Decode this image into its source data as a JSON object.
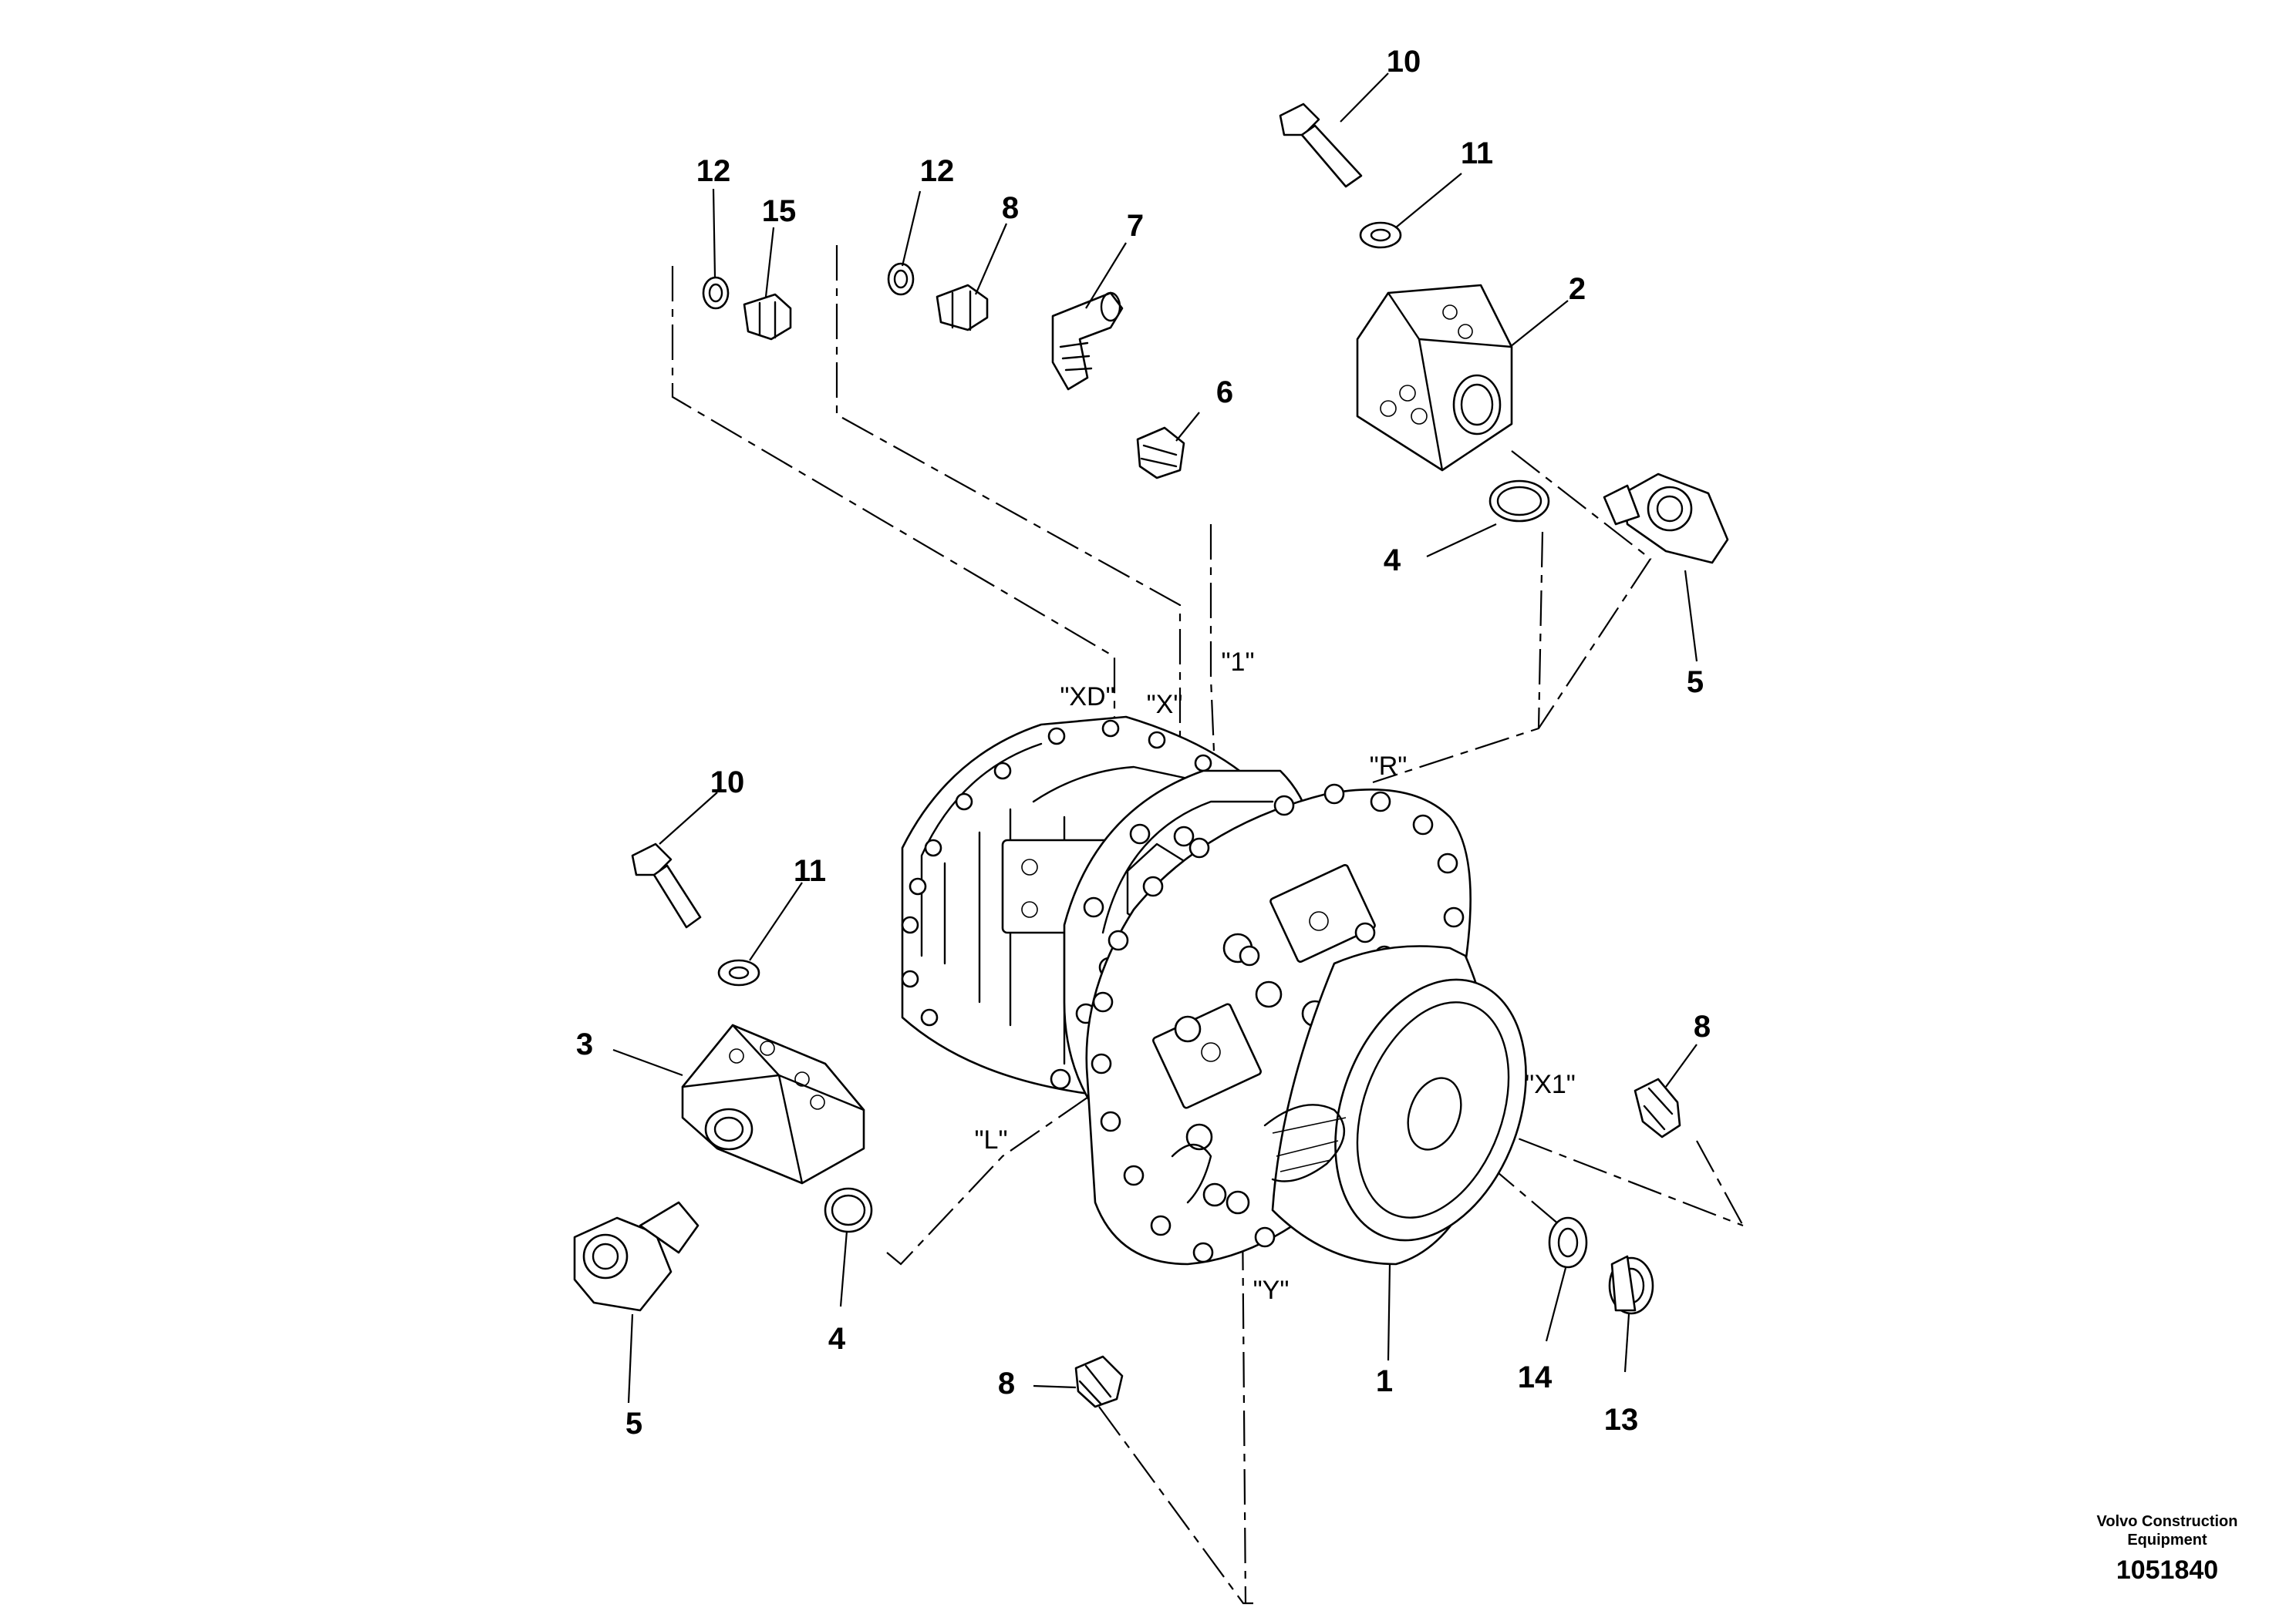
{
  "callouts": {
    "c1": "1",
    "c2": "2",
    "c3": "3",
    "c4a": "4",
    "c4b": "4",
    "c5a": "5",
    "c5b": "5",
    "c6": "6",
    "c7": "7",
    "c8a": "8",
    "c8b": "8",
    "c8c": "8",
    "c10a": "10",
    "c10b": "10",
    "c11a": "11",
    "c11b": "11",
    "c12a": "12",
    "c12b": "12",
    "c13": "13",
    "c14": "14",
    "c15": "15"
  },
  "ports": {
    "xd": "\"XD\"",
    "x": "\"X\"",
    "one": "\"1\"",
    "r": "\"R\"",
    "l": "\"L\"",
    "x1": "\"X1\"",
    "y": "\"Y\""
  },
  "footer": {
    "brand": "Volvo Construction Equipment",
    "doc_number": "1051840"
  }
}
